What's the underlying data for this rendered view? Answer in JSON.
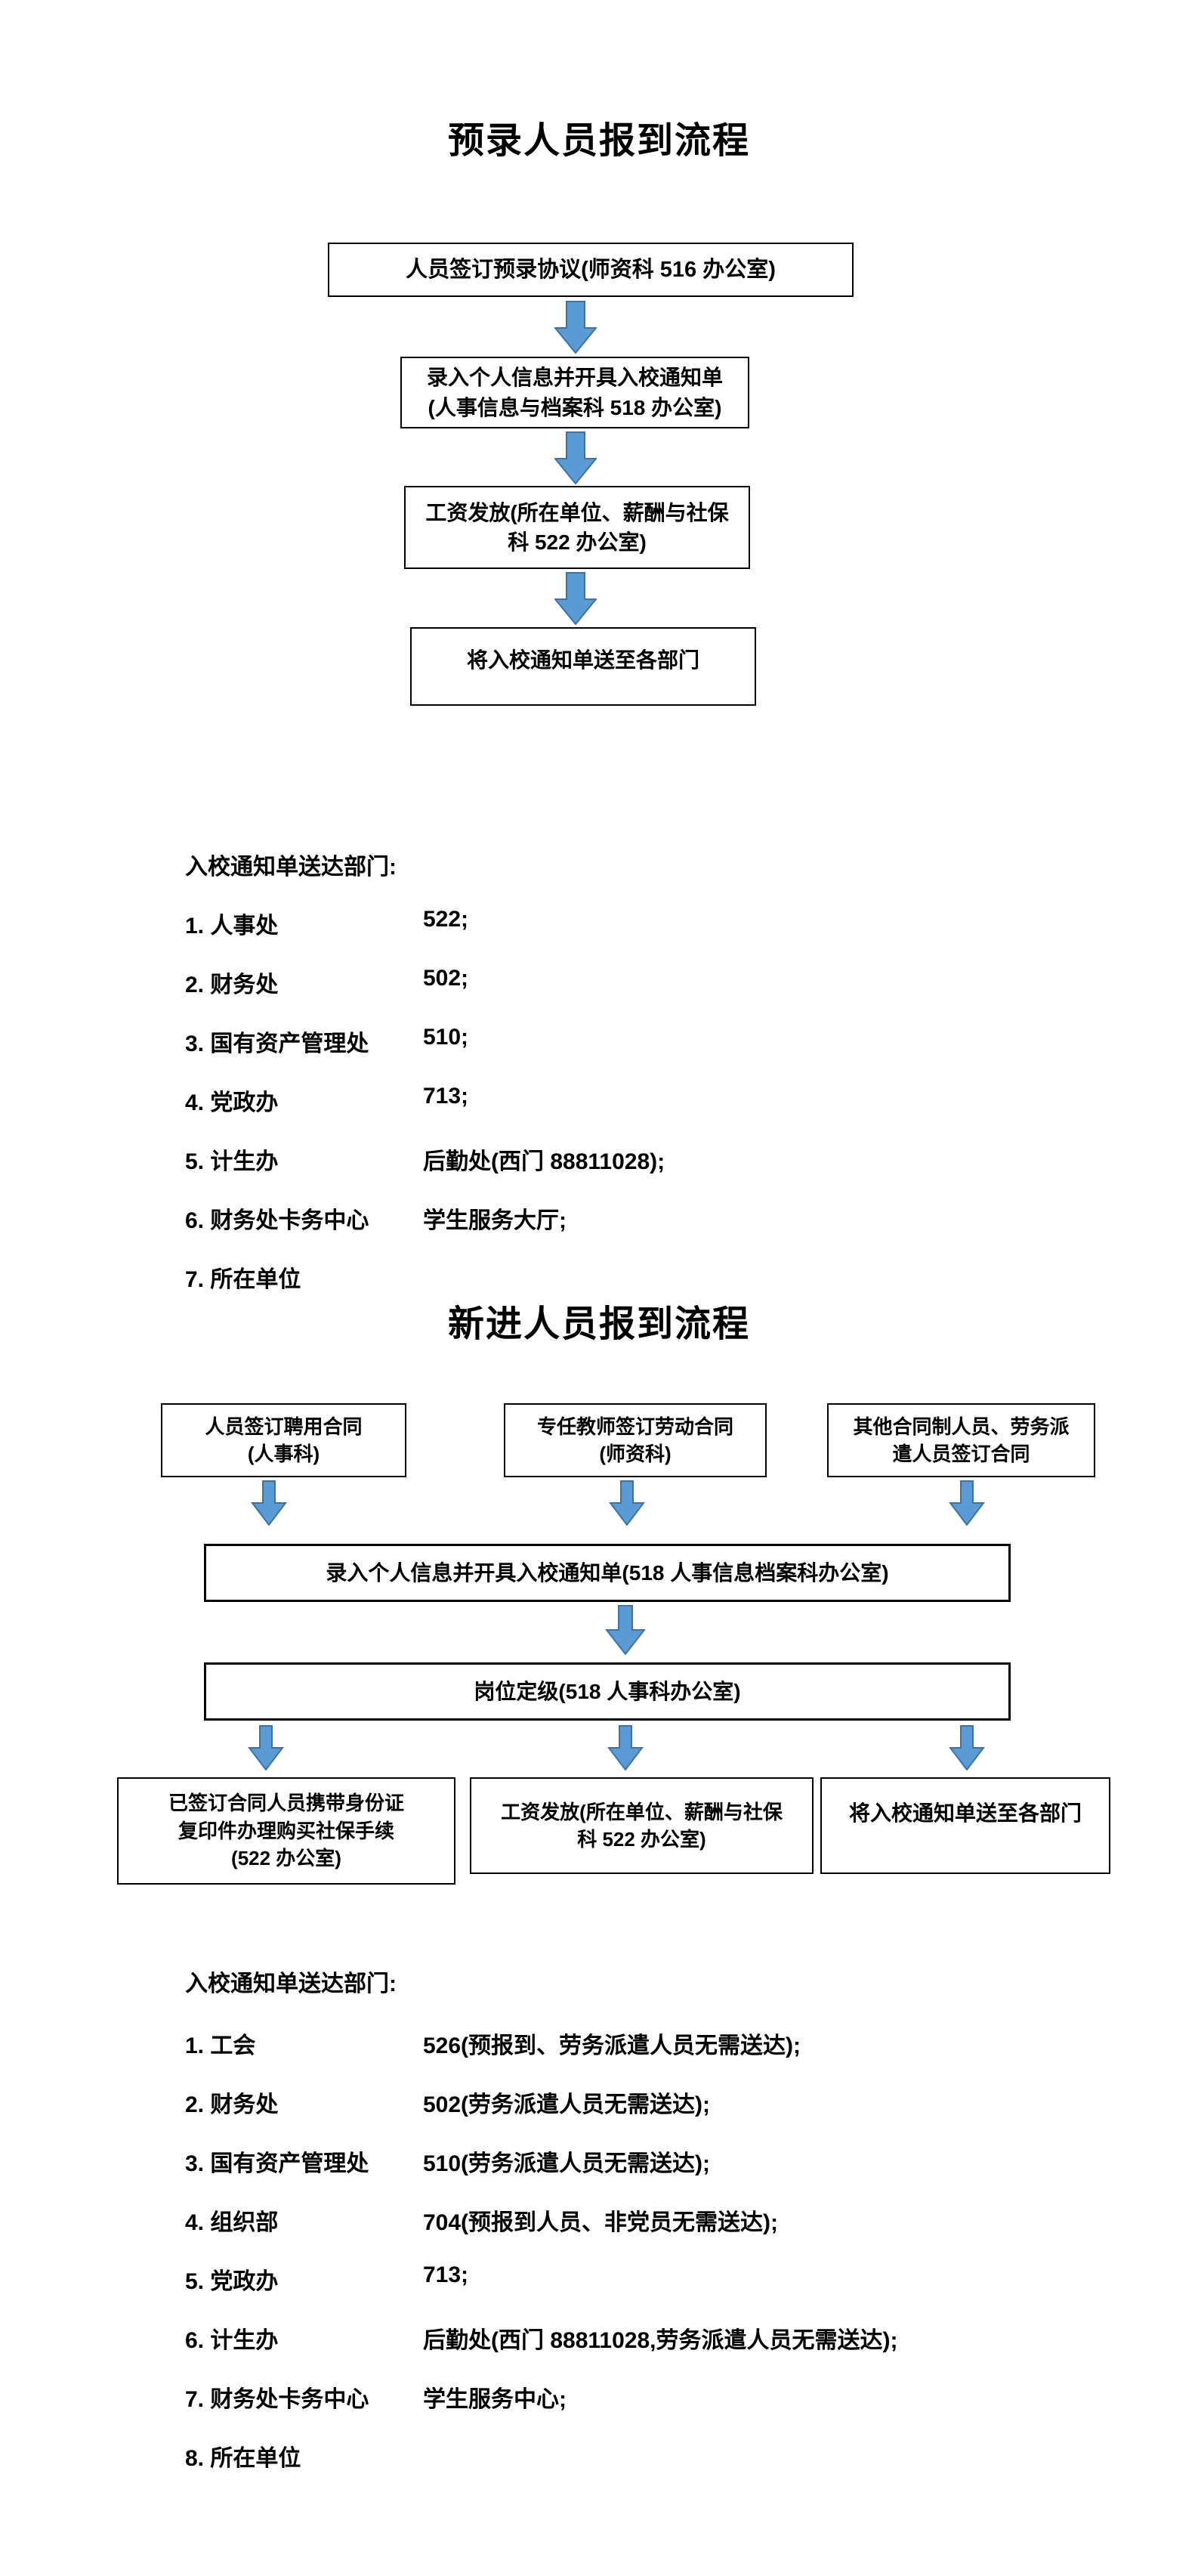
{
  "colors": {
    "page_background": "#FFFFFF",
    "box_border": "#000000",
    "text": "#000000",
    "arrow_fill": "#5B9BD5",
    "arrow_stroke": "#41719C"
  },
  "flow1": {
    "title": "预录人员报到流程",
    "box_sign": "人员签订预录协议(师资科 516 办公室)",
    "box_enter_info": "录入个人信息并开具入校通知单\n(人事信息与档案科 518 办公室)",
    "box_salary": "工资发放(所在单位、薪酬与社保\n科 522 办公室)",
    "box_deliver": "将入校通知单送至各部门",
    "list": {
      "header": "入校通知单送达部门:",
      "items": [
        {
          "label": "1. 人事处",
          "location": "522;"
        },
        {
          "label": "2. 财务处",
          "location": "502;"
        },
        {
          "label": "3. 国有资产管理处",
          "location": "510;"
        },
        {
          "label": "4. 党政办",
          "location": "713;"
        },
        {
          "label": "5. 计生办",
          "location": "后勤处(西门 88811028);"
        },
        {
          "label": "6. 财务处卡务中心",
          "location": "学生服务大厅;"
        },
        {
          "label": "7. 所在单位",
          "location": ""
        }
      ]
    }
  },
  "flow2": {
    "title": "新进人员报到流程",
    "box_employment_contract": "人员签订聘用合同\n(人事科)",
    "box_teacher_contract": "专任教师签订劳动合同\n(师资科)",
    "box_other_contract": "其他合同制人员、劳务派\n遣人员签订合同",
    "box_enter_info": "录入个人信息并开具入校通知单(518 人事信息档案科办公室)",
    "box_grade": "岗位定级(518 人事科办公室)",
    "box_social": "已签订合同人员携带身份证\n复印件办理购买社保手续\n(522 办公室)",
    "box_salary": "工资发放(所在单位、薪酬与社保\n科 522 办公室)",
    "box_deliver": "将入校通知单送至各部门",
    "list": {
      "header": "入校通知单送达部门:",
      "items": [
        {
          "label": "1. 工会",
          "location": "526(预报到、劳务派遣人员无需送达);"
        },
        {
          "label": "2. 财务处",
          "location": "502(劳务派遣人员无需送达);"
        },
        {
          "label": "3. 国有资产管理处",
          "location": "510(劳务派遣人员无需送达);"
        },
        {
          "label": "4. 组织部",
          "location": "704(预报到人员、非党员无需送达);"
        },
        {
          "label": "5. 党政办",
          "location": "713;"
        },
        {
          "label": "6. 计生办",
          "location": "后勤处(西门 88811028,劳务派遣人员无需送达);"
        },
        {
          "label": "7. 财务处卡务中心",
          "location": "学生服务中心;"
        },
        {
          "label": "8. 所在单位",
          "location": ""
        }
      ]
    }
  }
}
